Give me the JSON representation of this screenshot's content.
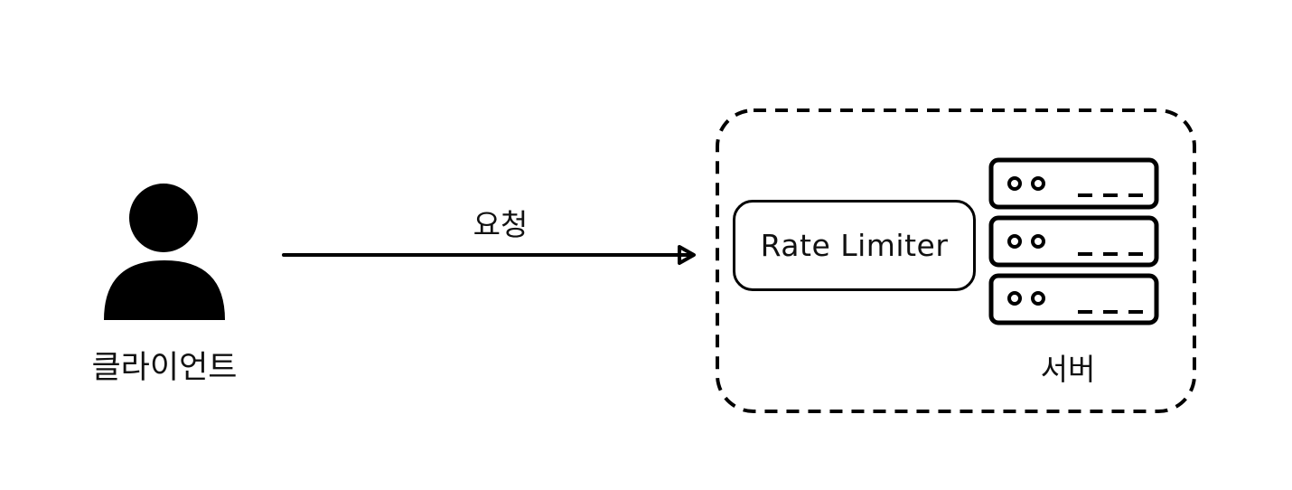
{
  "client": {
    "label": "클라이언트",
    "icon": "user-icon"
  },
  "request": {
    "label": "요청"
  },
  "boundary": {
    "style": "dashed",
    "contains": [
      "rate-limiter",
      "server-rack"
    ]
  },
  "rate_limiter": {
    "label": "Rate Limiter"
  },
  "server": {
    "label": "서버",
    "icon": "server-icon",
    "unit_count": 3
  },
  "colors": {
    "stroke": "#000000",
    "text": "#111111",
    "background": "#ffffff"
  }
}
